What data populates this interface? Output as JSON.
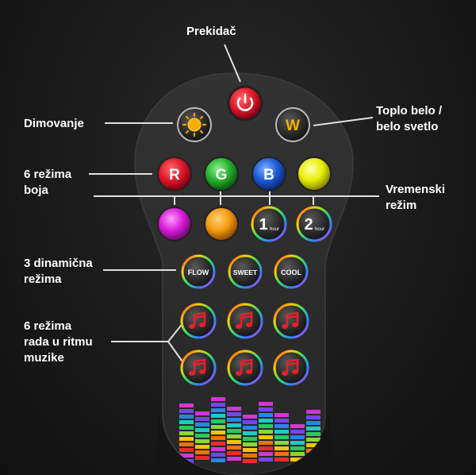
{
  "labels": {
    "power": "Prekidač",
    "dimming": "Dimovanje",
    "warm_white_line1": "Toplo belo /",
    "warm_white_line2": "belo svetlo",
    "color_modes_line1": "6 režima",
    "color_modes_line2": "boja",
    "timer_line1": "Vremenski",
    "timer_line2": "režim",
    "dynamic_line1": "3 dinamična",
    "dynamic_line2": "režima",
    "music_line1": "6 režima",
    "music_line2": "rada u ritmu",
    "music_line3": "muzike"
  },
  "buttons": {
    "white": "W",
    "red": "R",
    "green": "G",
    "blue": "B",
    "timer1_digit": "1",
    "timer1_unit": "hour",
    "timer2_digit": "2",
    "timer2_unit": "hour",
    "flow": "FLOW",
    "sweet": "SWEET",
    "cool": "COOL"
  },
  "icons": {
    "power": "power-icon",
    "dim": "sun-icon",
    "music": "music-note-icon",
    "equalizer": "equalizer-bars-icon"
  },
  "colors": {
    "red": "#e0182a",
    "green": "#28b030",
    "blue": "#1e5ad8",
    "yellow": "#eef000",
    "magenta": "#e020e0",
    "orange": "#f59a10",
    "remote_body": "#2b2b2b",
    "label_text": "#ffffff"
  }
}
